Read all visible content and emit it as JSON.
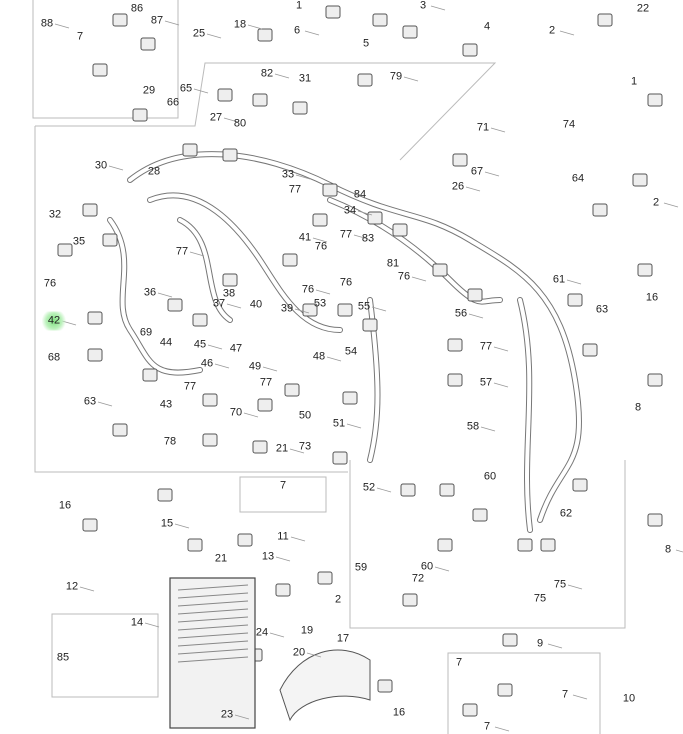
{
  "diagram": {
    "title": "Wiring harness exploded parts diagram",
    "highlight_color": "#7fe07f",
    "highlighted_callout": "42",
    "callouts": [
      "88",
      "86",
      "87",
      "7",
      "18",
      "1",
      "6",
      "5",
      "3",
      "4",
      "2",
      "22",
      "25",
      "1",
      "82",
      "31",
      "79",
      "29",
      "65",
      "66",
      "27",
      "80",
      "71",
      "74",
      "30",
      "28",
      "33",
      "77",
      "67",
      "64",
      "26",
      "84",
      "34",
      "32",
      "2",
      "35",
      "41",
      "76",
      "77",
      "83",
      "77",
      "81",
      "76",
      "76",
      "36",
      "38",
      "76",
      "76",
      "61",
      "16",
      "37",
      "40",
      "39",
      "53",
      "55",
      "63",
      "42",
      "69",
      "56",
      "44",
      "45",
      "47",
      "48",
      "54",
      "77",
      "68",
      "46",
      "77",
      "49",
      "77",
      "57",
      "8",
      "63",
      "43",
      "70",
      "50",
      "51",
      "78",
      "21",
      "73",
      "58",
      "60",
      "52",
      "7",
      "11",
      "16",
      "15",
      "62",
      "8",
      "21",
      "13",
      "59",
      "60",
      "72",
      "75",
      "75",
      "12",
      "2",
      "14",
      "19",
      "24",
      "17",
      "9",
      "85",
      "20",
      "7",
      "7",
      "10",
      "23",
      "16",
      "7"
    ]
  }
}
